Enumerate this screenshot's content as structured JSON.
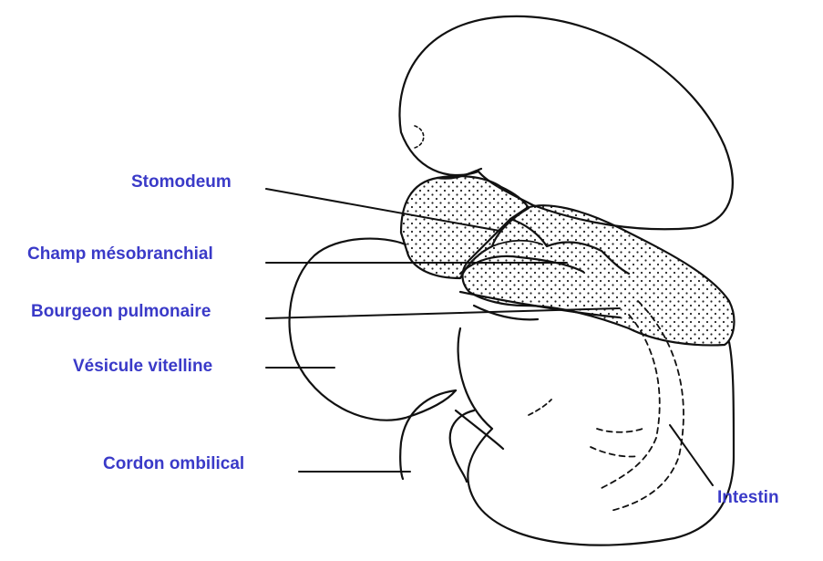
{
  "label_color": "#3a3ac8",
  "line_color": "#111111",
  "labels": {
    "stomodeum": "Stomodeum",
    "champ_mesobranchial": "Champ mésobranchial",
    "bourgeon_pulmonaire": "Bourgeon pulmonaire",
    "vesicule_vitelline": "Vésicule vitelline",
    "cordon_ombilical": "Cordon ombilical",
    "intestin": "Intestin"
  }
}
